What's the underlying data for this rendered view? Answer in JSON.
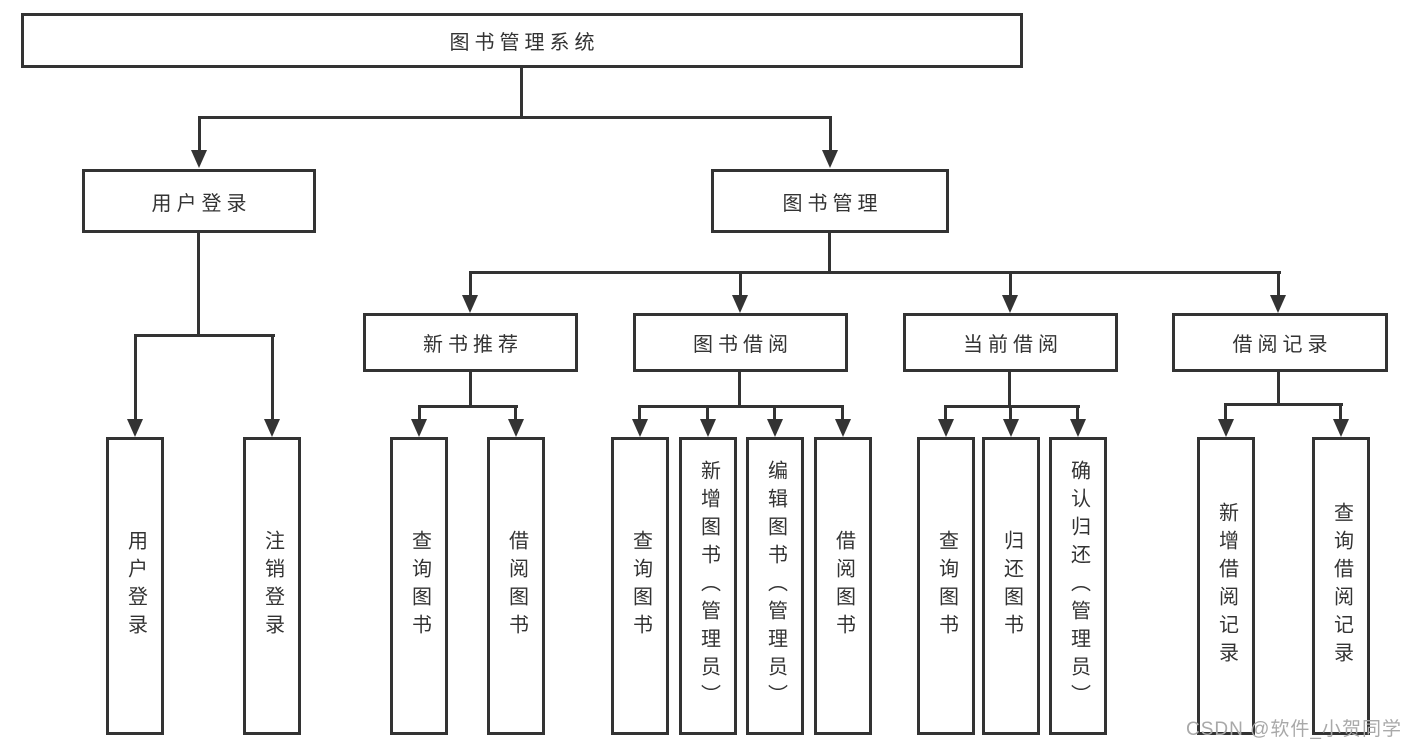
{
  "diagram": {
    "root": {
      "label": "图书管理系统"
    },
    "level1": [
      {
        "id": "user-login",
        "label": "用户登录",
        "parent": "root"
      },
      {
        "id": "book-management",
        "label": "图书管理",
        "parent": "root"
      }
    ],
    "level2": [
      {
        "id": "new-book-recommend",
        "label": "新书推荐",
        "parent": "book-management"
      },
      {
        "id": "book-borrow",
        "label": "图书借阅",
        "parent": "book-management"
      },
      {
        "id": "current-borrow",
        "label": "当前借阅",
        "parent": "book-management"
      },
      {
        "id": "borrow-records",
        "label": "借阅记录",
        "parent": "book-management"
      }
    ],
    "leaves": [
      {
        "label": "用户登录",
        "parent": "user-login"
      },
      {
        "label": "注销登录",
        "parent": "user-login"
      },
      {
        "label": "查询图书",
        "parent": "new-book-recommend"
      },
      {
        "label": "借阅图书",
        "parent": "new-book-recommend"
      },
      {
        "label": "查询图书",
        "parent": "book-borrow"
      },
      {
        "label": "新增图书（管理员）",
        "parent": "book-borrow"
      },
      {
        "label": "编辑图书（管理员）",
        "parent": "book-borrow"
      },
      {
        "label": "借阅图书",
        "parent": "book-borrow"
      },
      {
        "label": "查询图书",
        "parent": "current-borrow"
      },
      {
        "label": "归还图书",
        "parent": "current-borrow"
      },
      {
        "label": "确认归还（管理员）",
        "parent": "current-borrow"
      },
      {
        "label": "新增借阅记录",
        "parent": "borrow-records"
      },
      {
        "label": "查询借阅记录",
        "parent": "borrow-records"
      }
    ]
  },
  "watermark": "CSDN @软件_小贺同学",
  "colors": {
    "line": "#333333",
    "text": "#333333",
    "background": "#ffffff",
    "watermark": "#a9a9a9"
  }
}
